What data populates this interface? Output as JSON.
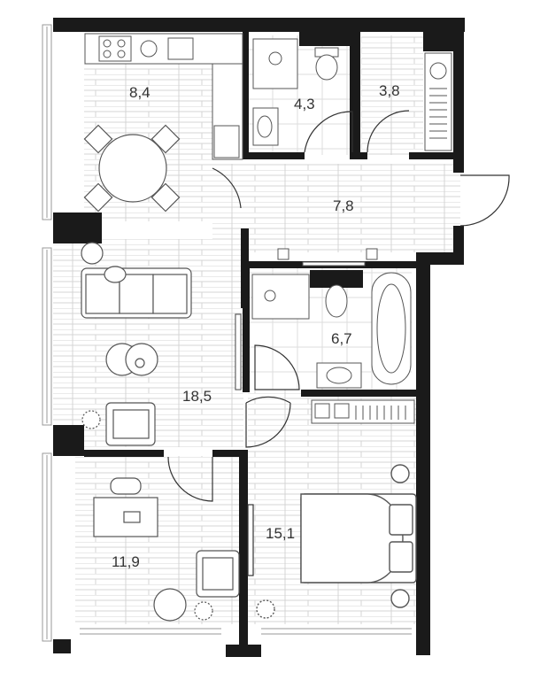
{
  "rooms": [
    {
      "id": "kitchen",
      "area": "8,4"
    },
    {
      "id": "bathroom",
      "area": "4,3"
    },
    {
      "id": "wc-laundry",
      "area": "3,8"
    },
    {
      "id": "hall",
      "area": "7,8"
    },
    {
      "id": "bathroom-2",
      "area": "6,7"
    },
    {
      "id": "living-room",
      "area": "18,5"
    },
    {
      "id": "bedroom-1",
      "area": "11,9"
    },
    {
      "id": "bedroom-2",
      "area": "15,1"
    }
  ],
  "colors": {
    "wall": "#1a1a1a",
    "floor_line": "#cfcfcf",
    "furniture": "#555555"
  }
}
